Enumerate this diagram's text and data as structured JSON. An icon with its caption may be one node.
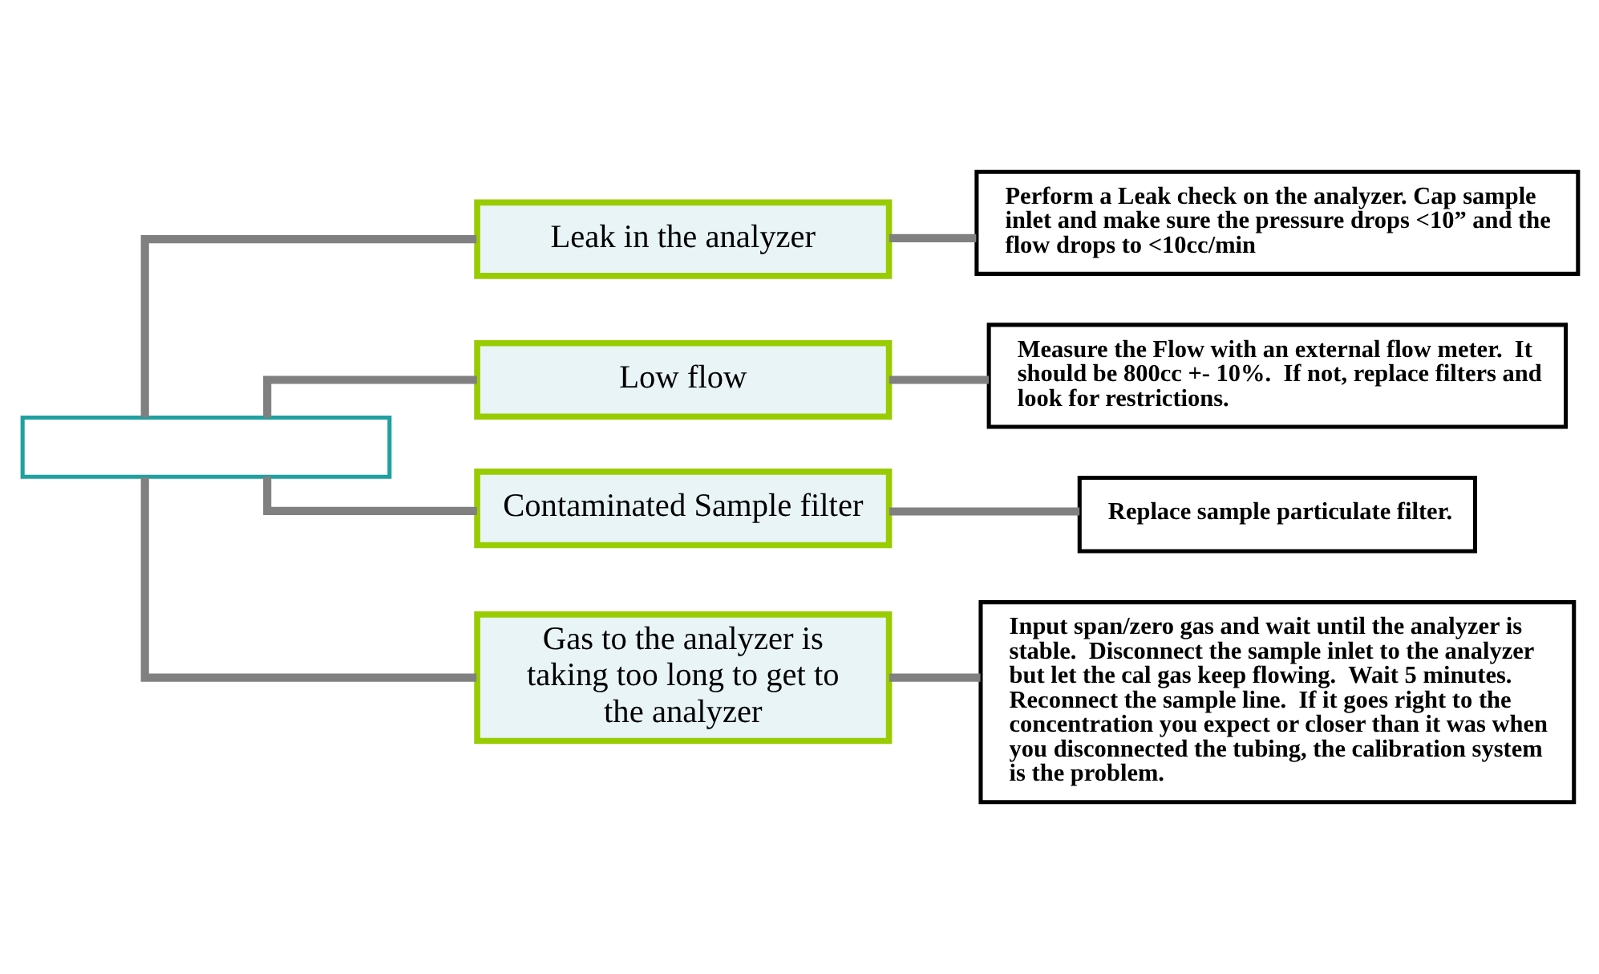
{
  "diagram": {
    "nodes": [
      {
        "text": [],
        "shape": "box"
      },
      {
        "text": [
          "Leak in the analyzer"
        ]
      },
      {
        "text": [
          "Perform a Leak check on the analyzer. Cap sample inlet and make sure the pressure drops <10” and the flow drops to <10cc/min"
        ]
      },
      {
        "text": [
          "Low flow"
        ]
      },
      {
        "text": [
          "Measure the Flow with an external flow meter.  It should be 800cc +- 10%.  If not, replace filters and look for restrictions."
        ]
      },
      {
        "text": [
          "Contaminated Sample filter"
        ]
      },
      {
        "text": [
          "Replace sample particulate filter."
        ]
      },
      {
        "text": [
          "Gas to the analyzer is taking too long to get to the analyzer"
        ]
      },
      {
        "text": [
          "Input span/zero gas and wait until the analyzer is stable.  Disconnect the sample inlet to the analyzer but let the cal gas keep flowing.  Wait 5 minutes. Reconnect the sample line.  If it goes right to the concentration you expect or closer than it was when you disconnected the tubing, the calibration system is the problem."
        ]
      }
    ],
    "edges": [
      {
        "from": 0,
        "to": 1,
        "arrow": "none"
      },
      {
        "from": 1,
        "to": 2,
        "arrow": "none"
      },
      {
        "from": 0,
        "to": 3,
        "arrow": "none"
      },
      {
        "from": 3,
        "to": 4,
        "arrow": "none"
      },
      {
        "from": 0,
        "to": 5,
        "arrow": "none"
      },
      {
        "from": 5,
        "to": 6,
        "arrow": "none"
      },
      {
        "from": 0,
        "to": 7,
        "arrow": "none"
      },
      {
        "from": 7,
        "to": 8,
        "arrow": "none"
      }
    ]
  }
}
